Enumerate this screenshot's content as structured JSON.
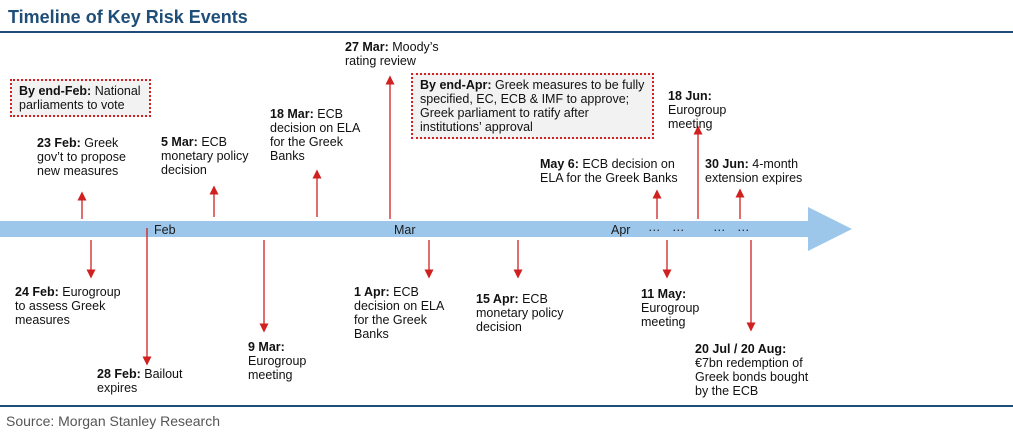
{
  "title": "Timeline of Key Risk Events",
  "source": "Source: Morgan Stanley Research",
  "months": [
    "Feb",
    "Mar",
    "Apr"
  ],
  "ellipses": [
    "…",
    "…",
    "…",
    "…"
  ],
  "colors": {
    "title": "#1f4e79",
    "arrow": "#d02020",
    "timeline": "#9cc7ea"
  },
  "boxes": [
    {
      "date": "By end-Feb:",
      "text": "National parliaments to vote"
    },
    {
      "date": "By end-Apr:",
      "text": "Greek measures to be fully specified, EC, ECB & IMF to approve; Greek parliament to ratify after institutions’ approval"
    }
  ],
  "events_above": [
    {
      "date": "23 Feb:",
      "text": "Greek gov’t to propose new measures"
    },
    {
      "date": "5 Mar:",
      "text": "ECB monetary policy decision"
    },
    {
      "date": "18 Mar:",
      "text": "ECB decision on ELA for the Greek Banks"
    },
    {
      "date": "27 Mar:",
      "text": "Moody’s rating review"
    },
    {
      "date": "May 6:",
      "text": "ECB decision on ELA for the Greek Banks"
    },
    {
      "date": "18 Jun:",
      "text": "Eurogroup meeting"
    },
    {
      "date": "30 Jun:",
      "text": "4-month extension expires"
    }
  ],
  "events_below": [
    {
      "date": "24 Feb:",
      "text": "Eurogroup to assess Greek measures"
    },
    {
      "date": "28 Feb:",
      "text": "Bailout expires"
    },
    {
      "date": "9 Mar:",
      "text": "Eurogroup meeting"
    },
    {
      "date": "1 Apr:",
      "text": "ECB decision on ELA for the Greek Banks"
    },
    {
      "date": "15 Apr:",
      "text": "ECB monetary policy decision"
    },
    {
      "date": "11 May:",
      "text": "Eurogroup meeting"
    },
    {
      "date": "20 Jul / 20 Aug:",
      "text": "€7bn redemption of Greek bonds bought by the ECB"
    }
  ]
}
